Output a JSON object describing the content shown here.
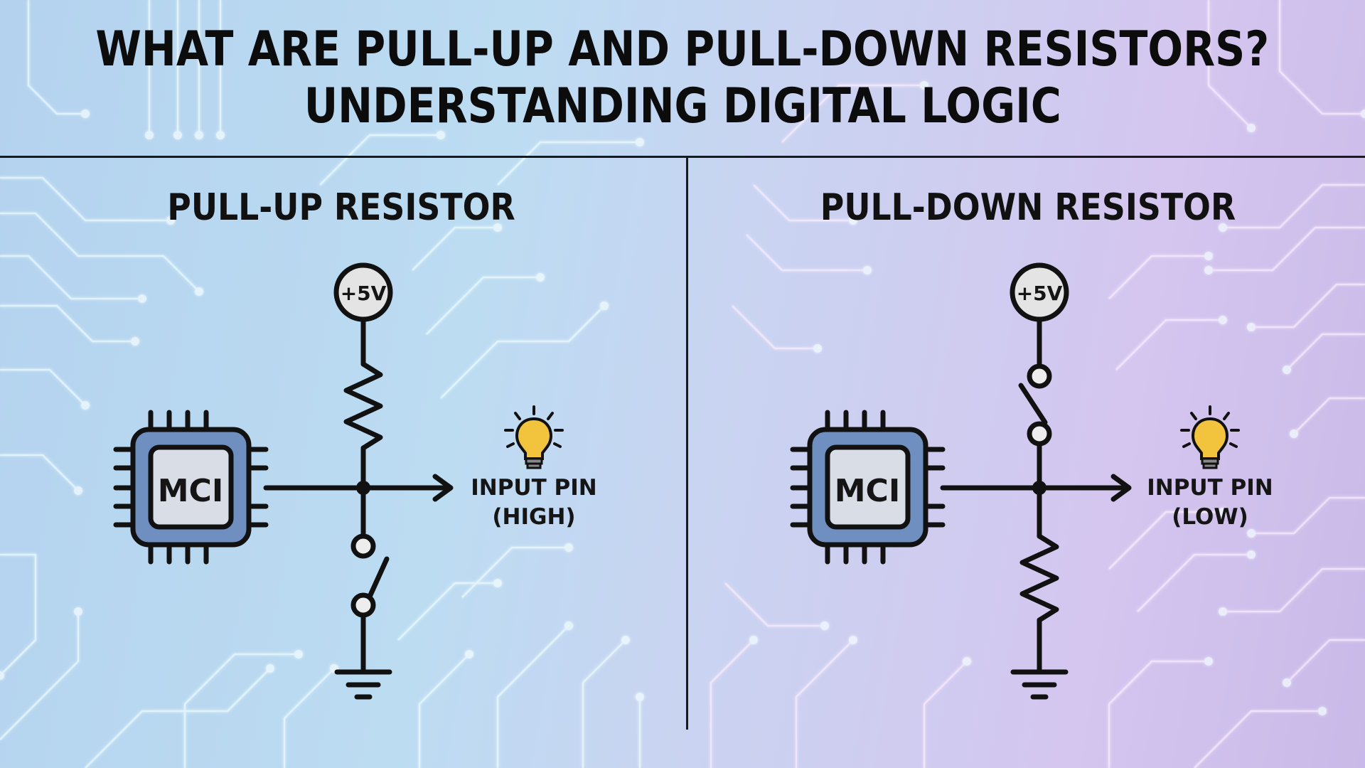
{
  "header": {
    "title_line1": "WHAT ARE PULL-UP AND PULL-DOWN RESISTORS?",
    "title_line2": "UNDERSTANDING DIGITAL LOGIC"
  },
  "pull_up": {
    "title": "PULL-UP RESISTOR",
    "supply_label": "+5V",
    "chip_label": "MCI",
    "pin_label": "INPUT PIN",
    "pin_state": "(HIGH)"
  },
  "pull_down": {
    "title": "PULL-DOWN RESISTOR",
    "supply_label": "+5V",
    "chip_label": "MCI",
    "pin_label": "INPUT PIN",
    "pin_state": "(LOW)"
  },
  "colors": {
    "chip_fill": "#6f8fc0",
    "chip_inner": "#d9dde6",
    "bulb": "#f2c33d",
    "trace_left": "#e6fbff",
    "trace_right": "#f7e6ff",
    "ink": "#111111"
  }
}
